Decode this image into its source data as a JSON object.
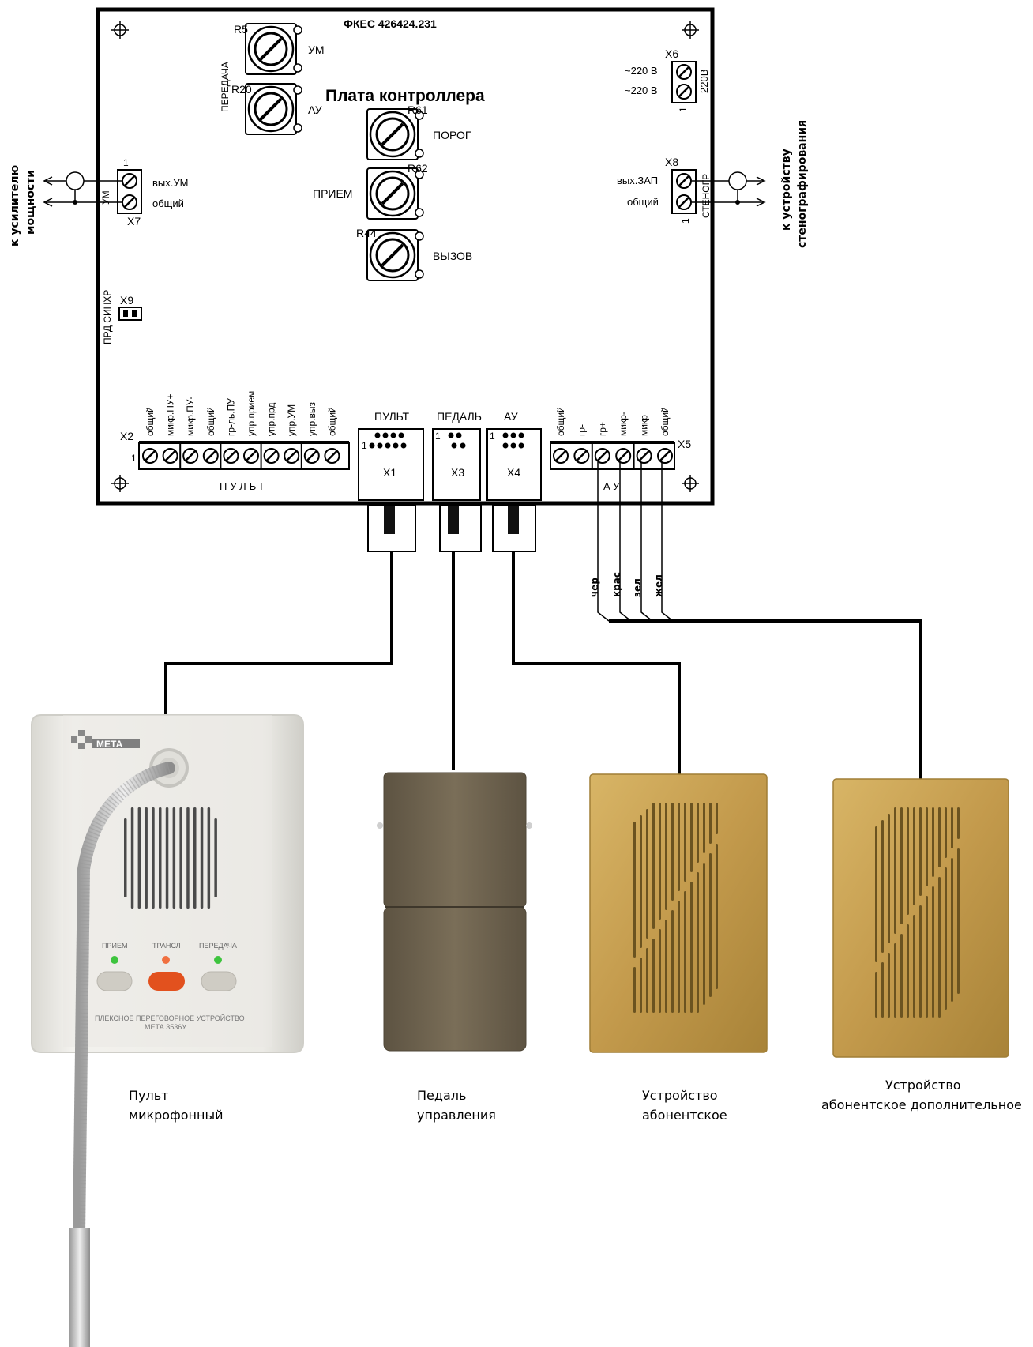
{
  "board": {
    "doc_number": "ФКЕС 426424.231",
    "title": "Плата контроллера",
    "trimmers": {
      "r5": "R5",
      "r5_func": "УМ",
      "r20": "R20",
      "r20_func": "АУ",
      "group": "ПЕРЕДАЧА",
      "r61": "R61",
      "r61_func": "ПОРОГ",
      "r62": "R62",
      "r62_func": "ПРИЕМ",
      "r44": "R44",
      "r44_func": "ВЫЗОВ"
    },
    "x6": {
      "ref": "X6",
      "line1": "~220 В",
      "line2": "~220 В",
      "pin1": "1",
      "side": "220В"
    },
    "x7": {
      "ref": "X7",
      "line1": "вых.УМ",
      "line2": "общий",
      "pin1": "1",
      "side": "УМ",
      "cable": "к усилителю мощности"
    },
    "x8": {
      "ref": "X8",
      "line1": "вых.ЗАП",
      "line2": "общий",
      "pin1": "1",
      "side": "СТЕНОГР",
      "cable": "к устройству стенографирования"
    },
    "x9": {
      "ref": "X9",
      "label": "ПРД СИНХР"
    },
    "x2": {
      "ref": "X2",
      "pin1": "1",
      "group": "ПУЛЬТ",
      "pins": [
        "общий",
        "микр.ПУ+",
        "микр.ПУ-",
        "общий",
        "гр-ль.ПУ",
        "упр.прием",
        "упр.прд",
        "упр.УМ",
        "упр.выз",
        "общий"
      ]
    },
    "x5": {
      "ref": "X5",
      "group": "АУ",
      "pins": [
        "общий",
        "гр-",
        "гр+",
        "микр-",
        "микр+",
        "общий"
      ]
    },
    "sockets": [
      {
        "ref": "X1",
        "label": "ПУЛЬТ",
        "pin1": "1"
      },
      {
        "ref": "X3",
        "label": "ПЕДАЛЬ",
        "pin1": "1"
      },
      {
        "ref": "X4",
        "label": "АУ",
        "pin1": "1"
      }
    ]
  },
  "wires": [
    "чер",
    "крас",
    "зел",
    "жел"
  ],
  "device_console": {
    "brand": "МЕТА",
    "indicators": [
      "ПРИЕМ",
      "ТРАНСЛ",
      "ПЕРЕДАЧА"
    ],
    "caption_line1": "ПЛЕКСНОЕ ПЕРЕГОВОРНОЕ УСТРОЙСТВО",
    "caption_line2": "МЕТА 3536У"
  },
  "captions": {
    "console": [
      "Пульт",
      "микрофонный"
    ],
    "pedal": [
      "Педаль",
      "управления"
    ],
    "subscriber": [
      "Устройство",
      "абонентское"
    ],
    "subscriber_extra": [
      "Устройство",
      "абонентское дополнительное"
    ]
  },
  "colors": {
    "pedal": "#6f6450",
    "subscriber": "#c9a255",
    "console_body": "#ecebe6",
    "led_green": "#3ec43e",
    "led_orange": "#f07040",
    "trans_button": "#e2511e"
  }
}
